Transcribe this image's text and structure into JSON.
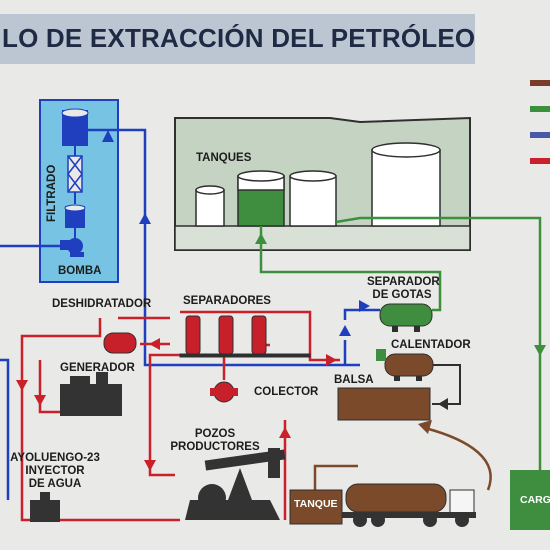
{
  "title": "LO DE EXTRACCIÓN DEL PETRÓLEO",
  "labels": {
    "filtrado": "FILTRADO",
    "bomba": "BOMBA",
    "tanques": "TANQUES",
    "deshidratador": "DESHIDRATADOR",
    "separadores": "SEPARADORES",
    "separador_gotas_1": "SEPARADOR",
    "separador_gotas_2": "DE GOTAS",
    "calentador": "CALENTADOR",
    "generador": "GENERADOR",
    "colector": "COLECTOR",
    "balsa": "BALSA",
    "pozos_1": "POZOS",
    "pozos_2": "PRODUCTORES",
    "ayoluengo_1": "AYOLUENGO-23",
    "ayoluengo_2": "INYECTOR",
    "ayoluengo_3": "DE AGUA",
    "tanque": "TANQUE",
    "carga": "CARG"
  },
  "colors": {
    "water_line": "#1f3fbf",
    "oil_line": "#c9202a",
    "product_line": "#3c8f3c",
    "brown_line": "#7a4a2a",
    "filter_panel": "#77c3e3",
    "tank_panel": "#c5d3c2",
    "equipment_red": "#c7202a",
    "equipment_green": "#3f8e3f",
    "equipment_brown": "#7a4a2a",
    "legend": [
      "#7a3b2a",
      "#3c8f3c",
      "#4a58a8",
      "#c9202a"
    ]
  },
  "icons": [
    "pump-icon",
    "filter-icon",
    "tank-icon",
    "oil-pumpjack-icon",
    "tanker-truck-icon",
    "generator-icon",
    "separator-icon",
    "heater-icon"
  ]
}
